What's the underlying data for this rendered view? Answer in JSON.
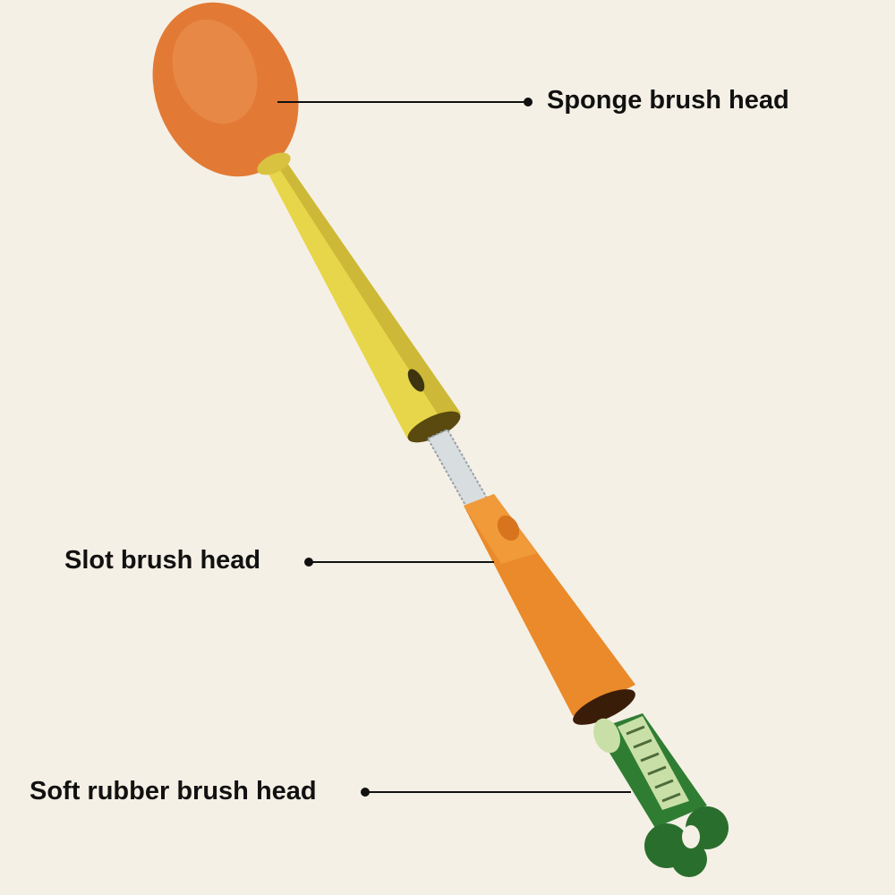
{
  "labels": {
    "sponge": "Sponge brush head",
    "slot": "Slot brush head",
    "rubber": "Soft rubber brush head"
  },
  "colors": {
    "background": "#f5f0e6",
    "sponge": "#e27a35",
    "handle": "#e8d64a",
    "slot_handle": "#ea8a2a",
    "rubber_head": "#2f7d32",
    "rubber_light": "#c9dfa8"
  }
}
